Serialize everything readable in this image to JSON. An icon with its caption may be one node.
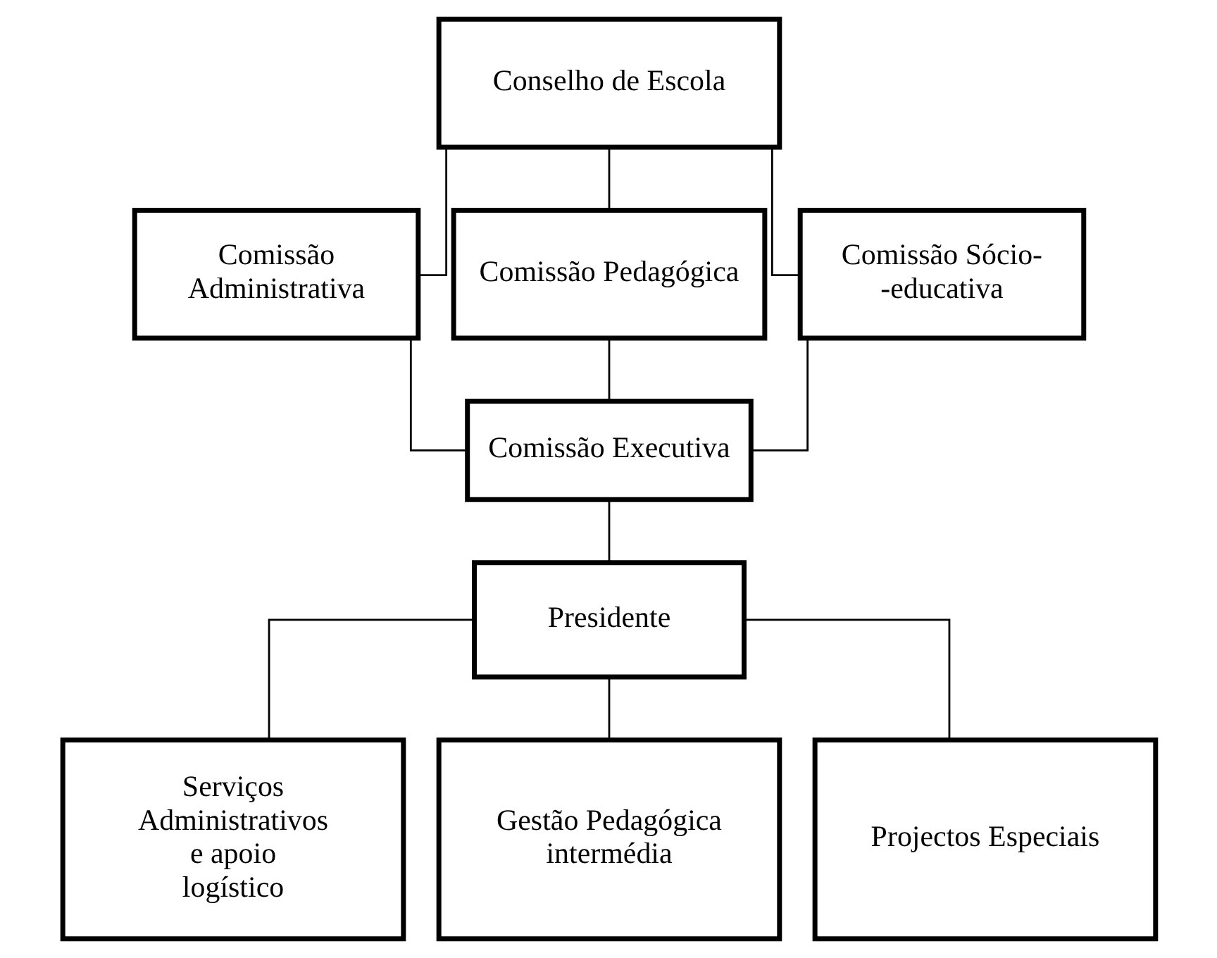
{
  "diagram": {
    "nodes": [
      {
        "text": [
          "Conselho de Escola"
        ]
      },
      {
        "text": [
          "Comissão Administrativa"
        ]
      },
      {
        "text": [
          "Comissão Pedagógica"
        ]
      },
      {
        "text": [
          "Comissão Sócio- -educativa"
        ]
      },
      {
        "text": [
          "Comissão Executiva"
        ]
      },
      {
        "text": [
          "Presidente"
        ]
      },
      {
        "text": [
          "Serviços Administrativos e apoio logístico"
        ]
      },
      {
        "text": [
          "Gestão Pedagógica intermédia"
        ]
      },
      {
        "text": [
          "Projectos Especiais"
        ]
      }
    ],
    "edges": [
      {
        "from": 0,
        "to": 1,
        "arrow": "none"
      },
      {
        "from": 0,
        "to": 2,
        "arrow": "none"
      },
      {
        "from": 0,
        "to": 3,
        "arrow": "none"
      },
      {
        "from": 1,
        "to": 4,
        "arrow": "none"
      },
      {
        "from": 2,
        "to": 4,
        "arrow": "none"
      },
      {
        "from": 3,
        "to": 4,
        "arrow": "none"
      },
      {
        "from": 4,
        "to": 5,
        "arrow": "none"
      },
      {
        "from": 5,
        "to": 6,
        "arrow": "none"
      },
      {
        "from": 5,
        "to": 7,
        "arrow": "none"
      },
      {
        "from": 5,
        "to": 8,
        "arrow": "none"
      }
    ]
  }
}
